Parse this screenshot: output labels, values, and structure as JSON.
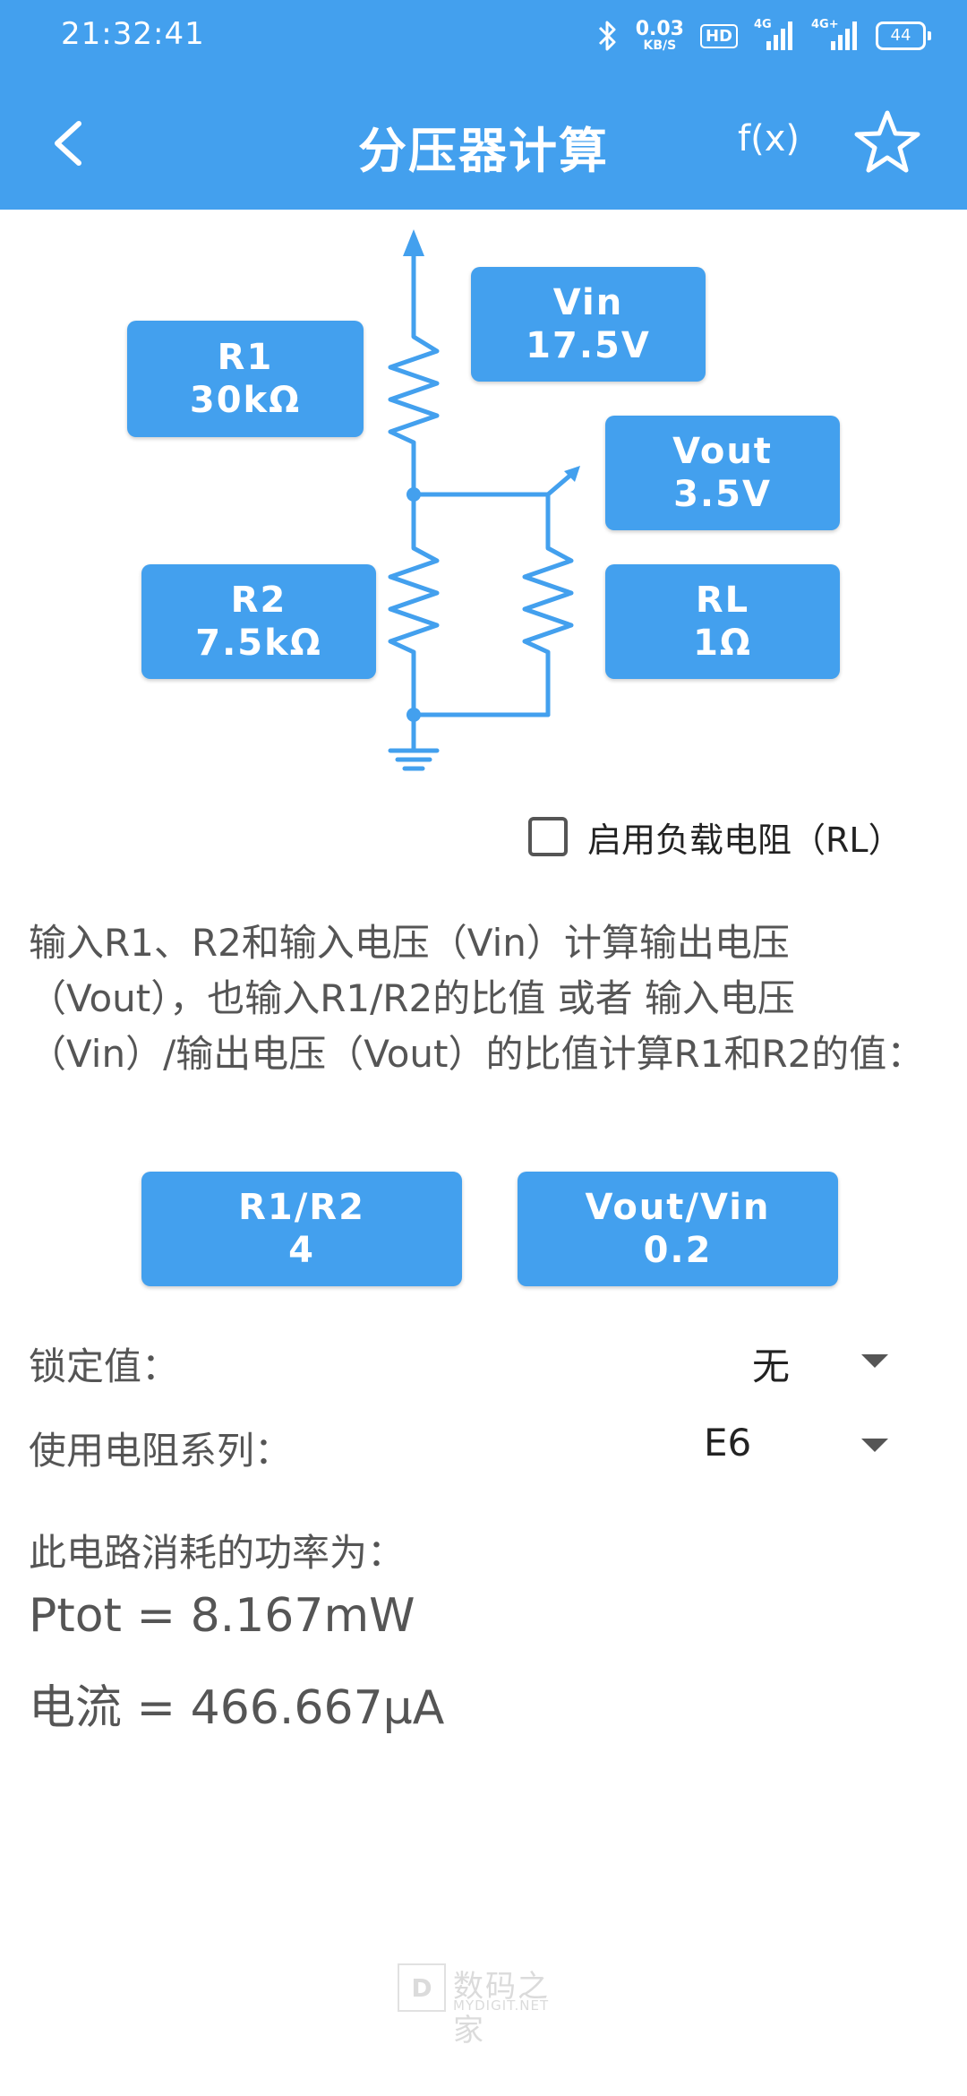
{
  "status_bar": {
    "time": "21:32:41",
    "net_speed_value": "0.03",
    "net_speed_unit": "KB/S",
    "hd_label": "HD",
    "signal1_label": "4G",
    "signal2_label": "4G+",
    "battery_level": "44",
    "icons": [
      "bluetooth-icon",
      "signal-icon",
      "signal-icon",
      "battery-icon"
    ]
  },
  "app_bar": {
    "title": "分压器计算",
    "fx_label": "f(x)",
    "icons": [
      "back-arrow-icon",
      "star-icon"
    ]
  },
  "circuit": {
    "r1": {
      "name": "R1",
      "value": "30kΩ"
    },
    "r2": {
      "name": "R2",
      "value": "7.5kΩ"
    },
    "vin": {
      "name": "Vin",
      "value": "17.5V"
    },
    "vout": {
      "name": "Vout",
      "value": "3.5V"
    },
    "rl": {
      "name": "RL",
      "value": "1Ω"
    },
    "line_color": "#43a0ee"
  },
  "load_checkbox": {
    "label": "启用负载电阻（RL）",
    "checked": false
  },
  "description": "输入R1、R2和输入电压（Vin）计算输出电压（Vout），也输入R1/R2的比值 或者 输入电压（Vin）/输出电压（Vout）的比值计算R1和R2的值：",
  "ratios": {
    "r1_r2": {
      "name": "R1/R2",
      "value": "4"
    },
    "vout_vin": {
      "name": "Vout/Vin",
      "value": "0.2"
    }
  },
  "lock": {
    "label": "锁定值：",
    "value": "无"
  },
  "series": {
    "label": "使用电阻系列：",
    "value": "E6"
  },
  "power": {
    "heading": "此电路消耗的功率为：",
    "ptot": "Ptot = 8.167mW",
    "current": "电流 = 466.667μA"
  },
  "watermark": {
    "logo": "D",
    "cn": "数码之家",
    "en": "MYDIGIT.NET"
  },
  "colors": {
    "accent": "#43a0ee",
    "text": "#555555"
  }
}
